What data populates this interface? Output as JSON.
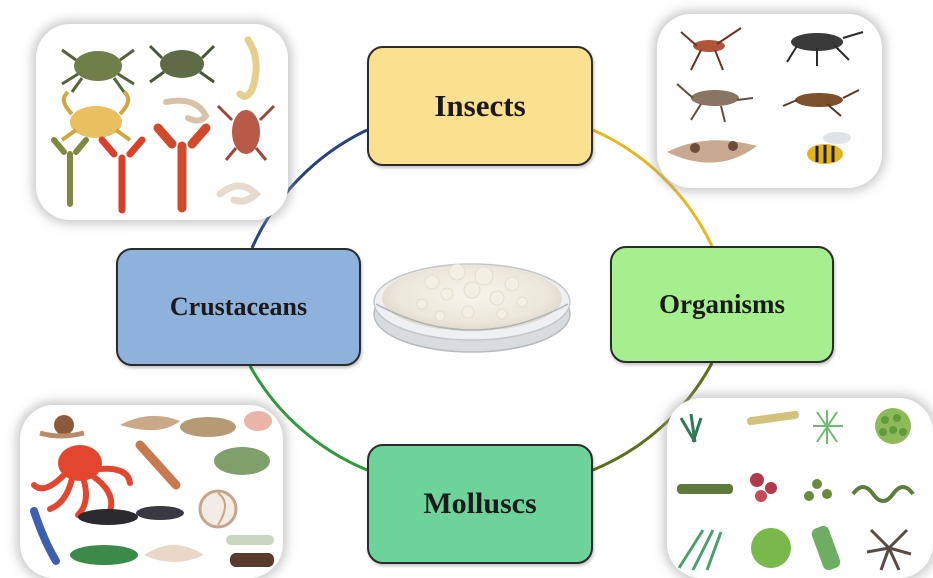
{
  "categories": {
    "insects": "Insects",
    "organisms": "Organisms",
    "molluscs": "Molluscs",
    "crustaceans": "Crustaceans"
  },
  "colors": {
    "insects_fill": "#fbe08f",
    "organisms_fill": "#a6ef8e",
    "molluscs_fill": "#6ed39a",
    "crustaceans_fill": "#8fb2dd",
    "arc_insects_organisms": "#e6b81f",
    "arc_organisms_molluscs": "#5b6f1c",
    "arc_molluscs_crustaceans": "#2e9a3d",
    "arc_crustaceans_insects": "#27437c"
  },
  "icons": [
    "crustaceans-collage-image",
    "insects-collage-image",
    "molluscs-collage-image",
    "microorganisms-collage-image",
    "chitin-powder-dish-image"
  ]
}
